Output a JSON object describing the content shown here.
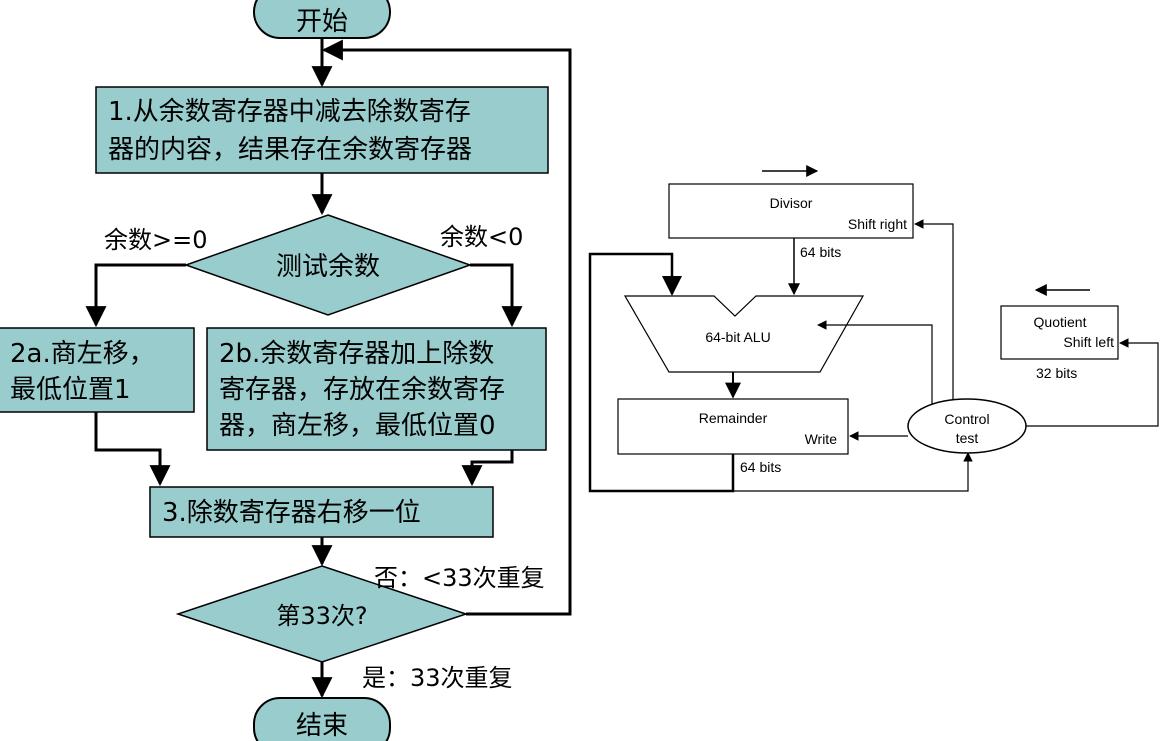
{
  "colors": {
    "fill": "#99CCCC",
    "stroke": "#000000",
    "background": "#FFFFFF"
  },
  "flowchart": {
    "start": "开始",
    "step1_line1": "1.从余数寄存器中减去除数寄存",
    "step1_line2": "器的内容，结果存在余数寄存器",
    "test": "测试余数",
    "branch_ge": "余数>=0",
    "branch_lt": "余数<0",
    "step2a_line1": "2a.商左移，",
    "step2a_line2": "最低位置1",
    "step2b_line1": "2b.余数寄存器加上除数",
    "step2b_line2": "寄存器，存放在余数寄存",
    "step2b_line3": "器，商左移，最低位置0",
    "step3": "3.除数寄存器右移一位",
    "check": "第33次?",
    "no_label": "否：<33次重复",
    "yes_label": "是：33次重复",
    "end": "结束"
  },
  "hardware": {
    "divisor_label": "Divisor",
    "divisor_op": "Shift right",
    "divisor_bits": "64 bits",
    "alu_label": "64-bit ALU",
    "remainder_label": "Remainder",
    "remainder_op": "Write",
    "remainder_bits": "64 bits",
    "quotient_label": "Quotient",
    "quotient_op": "Shift left",
    "quotient_bits": "32 bits",
    "control_line1": "Control",
    "control_line2": "test"
  }
}
